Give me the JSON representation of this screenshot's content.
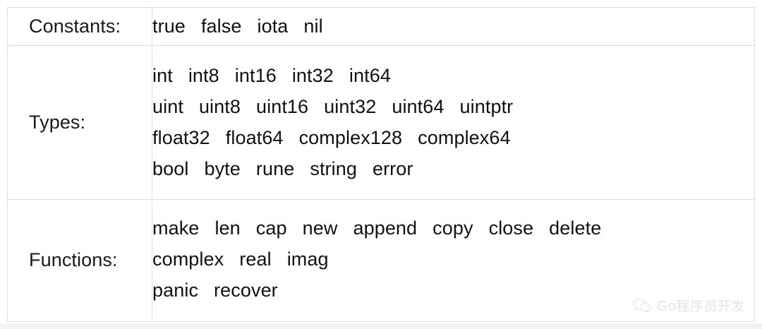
{
  "table": {
    "rows": [
      {
        "label": "Constants:",
        "name": "constants",
        "lines": [
          [
            "true",
            "false",
            "iota",
            "nil"
          ]
        ]
      },
      {
        "label": "Types:",
        "name": "types",
        "lines": [
          [
            "int",
            "int8",
            "int16",
            "int32",
            "int64"
          ],
          [
            "uint",
            "uint8",
            "uint16",
            "uint32",
            "uint64",
            "uintptr"
          ],
          [
            "float32",
            "float64",
            "complex128",
            "complex64"
          ],
          [
            "bool",
            "byte",
            "rune",
            "string",
            "error"
          ]
        ]
      },
      {
        "label": "Functions:",
        "name": "functions",
        "lines": [
          [
            "make",
            "len",
            "cap",
            "new",
            "append",
            "copy",
            "close",
            "delete"
          ],
          [
            "complex",
            "real",
            "imag"
          ],
          [
            "panic",
            "recover"
          ]
        ]
      }
    ]
  },
  "watermark": {
    "icon": "wechat-icon",
    "text": "Go程序员开发",
    "color": "#cfcfcf"
  },
  "colors": {
    "border": "#dcdcdc",
    "text": "#111111",
    "background": "#ffffff"
  }
}
